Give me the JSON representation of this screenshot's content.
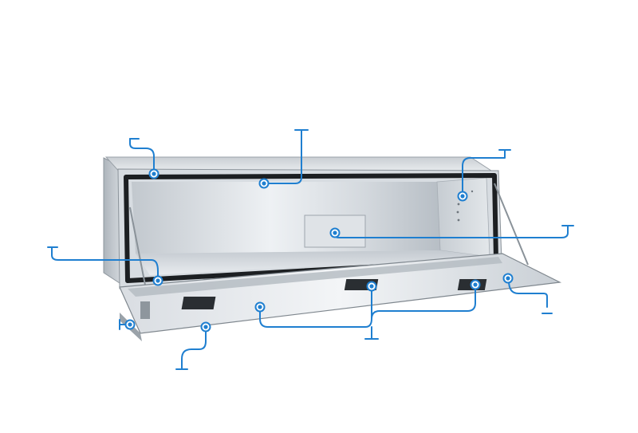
{
  "image": {
    "subject": "",
    "callout_color": "#1f7fd0",
    "metal_light": "#e4e8ec",
    "metal_mid": "#b9c0c7",
    "metal_dark": "#7d858d",
    "seal_color": "#1c1f22"
  },
  "callouts": [
    {
      "id": "callout-top-left-seal"
    },
    {
      "id": "callout-top-lid-hinge"
    },
    {
      "id": "callout-right-end-panel"
    },
    {
      "id": "callout-center-plate"
    },
    {
      "id": "callout-left-seal-corner"
    },
    {
      "id": "callout-door-corner"
    },
    {
      "id": "callout-left-strut"
    },
    {
      "id": "callout-bottom-edge"
    },
    {
      "id": "callout-latches"
    }
  ]
}
